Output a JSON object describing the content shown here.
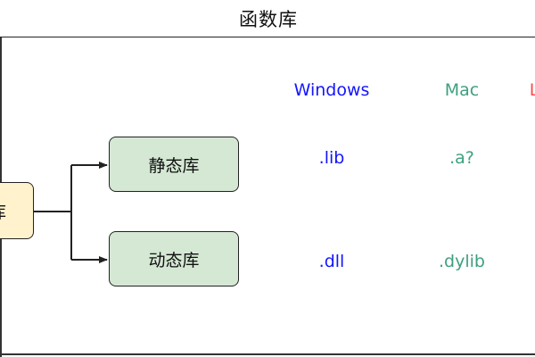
{
  "title": "函数库",
  "nodes": {
    "root_label": "库",
    "static_label": "静态库",
    "dynamic_label": "动态库"
  },
  "platforms": [
    {
      "name": "Windows",
      "color": "#1414ff",
      "static_ext": ".lib",
      "dynamic_ext": ".dll"
    },
    {
      "name": "Mac",
      "color": "#3fa07c",
      "static_ext": ".a?",
      "dynamic_ext": ".dylib"
    },
    {
      "name": "L",
      "color": "#ff4a4a",
      "static_ext": "",
      "dynamic_ext": ""
    }
  ],
  "colors": {
    "root_fill": "#fff2cc",
    "node_fill": "#d5e8d4",
    "stroke": "#222222"
  }
}
